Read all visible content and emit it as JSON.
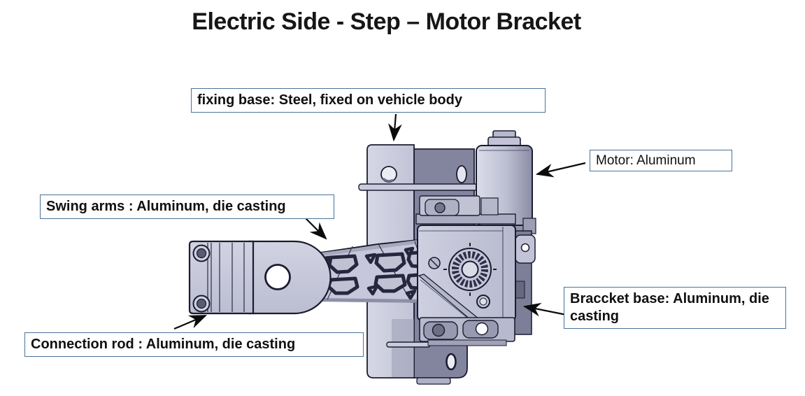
{
  "title": "Electric Side - Step – Motor Bracket",
  "callouts": {
    "fixing_base": {
      "text": "fixing base: Steel, fixed on vehicle body"
    },
    "motor": {
      "text": "Motor: Aluminum"
    },
    "swing_arms": {
      "text": "Swing arms : Aluminum, die casting"
    },
    "bracket_base": {
      "text": "Braccket base: Aluminum, die casting"
    },
    "connection_rod": {
      "text": "Connection rod : Aluminum, die casting"
    }
  },
  "diagram": {
    "colors": {
      "background": "#ffffff",
      "label_border": "#4a7399",
      "label_text": "#101010",
      "arrow": "#0b0b0b",
      "cad_body_light": "#c9cadd",
      "cad_body_shadow": "#83859f",
      "cad_outline": "#1c1c30"
    }
  }
}
